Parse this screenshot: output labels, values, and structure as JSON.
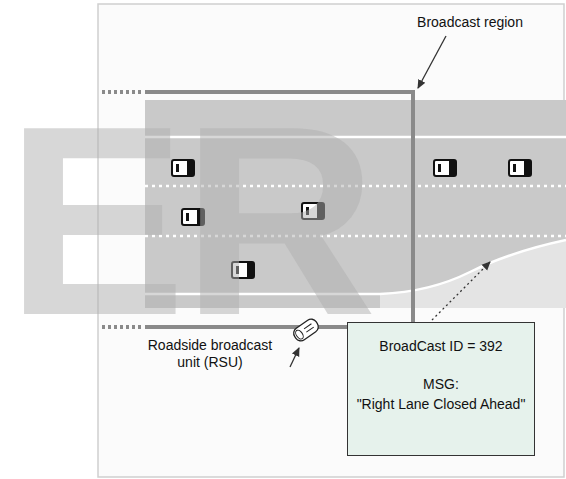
{
  "diagram": {
    "nodes": [
      {
        "text": [
          "BroadCast ID = 392",
          "MSG:",
          "\"Right Lane Closed Ahead\""
        ]
      }
    ],
    "labels": [
      "Broadcast region",
      "Roadside broadcast unit (RSU)",
      "ER"
    ]
  }
}
